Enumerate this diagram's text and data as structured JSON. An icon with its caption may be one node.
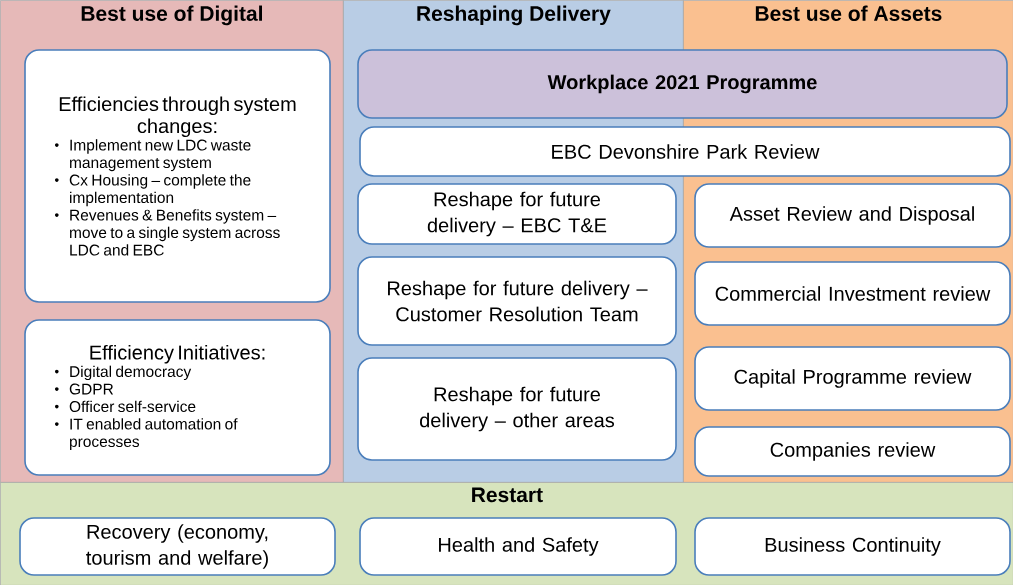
{
  "diagram": {
    "nodes": [
      {
        "text": [
          "Best use of Digital"
        ]
      },
      {
        "text": [
          "Efficiencies through system changes:",
          "Implement new LDC waste management system",
          "Cx Housing – complete the implementation",
          "Revenues & Benefits system – move to a single system across LDC and EBC"
        ],
        "in": 0
      },
      {
        "text": [
          "Efficiency Initiatives:",
          "Digital democracy",
          "GDPR",
          "Officer self-service",
          "IT enabled automation of processes"
        ],
        "in": 0
      },
      {
        "text": [
          "Reshaping Delivery"
        ]
      },
      {
        "text": [
          "Best use of Assets"
        ]
      },
      {
        "text": [
          "Workplace 2021 Programme"
        ]
      },
      {
        "text": [
          "EBC Devonshire Park Review"
        ]
      },
      {
        "text": [
          "Reshape for future delivery – EBC T&E"
        ],
        "in": 3
      },
      {
        "text": [
          "Reshape for future delivery – Customer Resolution Team"
        ],
        "in": 3
      },
      {
        "text": [
          "Reshape for future delivery – other areas"
        ],
        "in": 3
      },
      {
        "text": [
          "Asset Review and Disposal"
        ],
        "in": 4
      },
      {
        "text": [
          "Commercial Investment review"
        ],
        "in": 4
      },
      {
        "text": [
          "Capital Programme review"
        ],
        "in": 4
      },
      {
        "text": [
          "Companies review"
        ],
        "in": 4
      },
      {
        "text": [
          "Restart"
        ]
      },
      {
        "text": [
          "Recovery (economy, tourism and welfare)"
        ],
        "in": 14
      },
      {
        "text": [
          "Health and Safety"
        ],
        "in": 14
      },
      {
        "text": [
          "Business Continuity"
        ],
        "in": 14
      }
    ]
  }
}
